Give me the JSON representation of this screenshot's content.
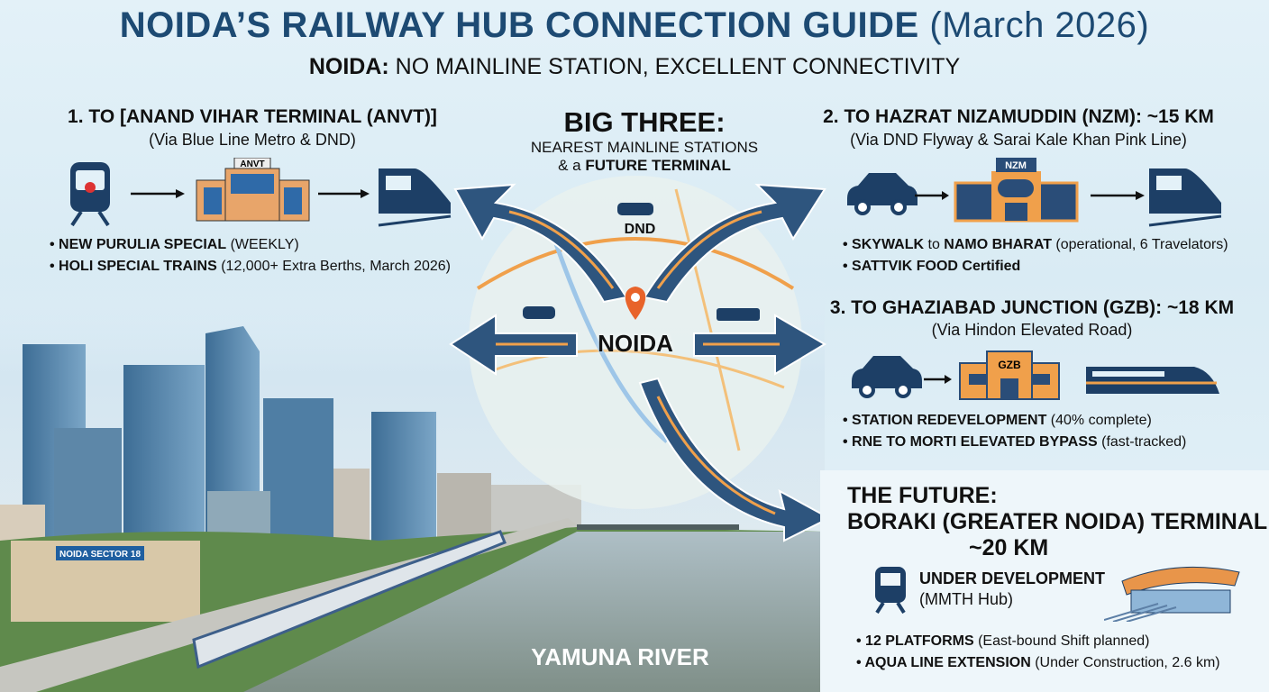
{
  "header": {
    "title_bold": "NOIDA’S RAILWAY HUB CONNECTION GUIDE",
    "title_light": "(March 2026)",
    "subtitle_bold": "NOIDA:",
    "subtitle_rest": "NO MAINLINE STATION, EXCELLENT CONNECTIVITY"
  },
  "center": {
    "title": "BIG THREE:",
    "line1": "NEAREST MAINLINE STATIONS",
    "line2_pre": "& a",
    "line2_bold": "FUTURE TERMINAL",
    "hub": "NOIDA",
    "road_label": "DND"
  },
  "section1": {
    "heading": "1. TO [ANAND VIHAR TERMINAL (ANVT)]",
    "via": "(Via Blue Line Metro & DND)",
    "station_sign": "ANVT",
    "bullets": [
      {
        "bold": "NEW PURULIA SPECIAL",
        "rest": " (WEEKLY)"
      },
      {
        "bold": "HOLI SPECIAL TRAINS",
        "rest": " (12,000+ Extra Berths, March 2026)"
      }
    ]
  },
  "section2": {
    "heading": "2. TO HAZRAT NIZAMUDDIN (NZM): ~15 KM",
    "via": "(Via DND Flyway & Sarai Kale Khan Pink Line)",
    "station_sign": "NZM",
    "bullets": [
      {
        "bold": "SKYWALK",
        "mid": " to ",
        "bold2": "NAMO BHARAT",
        "rest": " (operational, 6 Travelators)"
      },
      {
        "bold": "SATTVIK FOOD Certified",
        "rest": ""
      }
    ]
  },
  "section3": {
    "heading": "3. TO GHAZIABAD JUNCTION (GZB): ~18 KM",
    "via": "(Via Hindon Elevated Road)",
    "station_sign": "GZB",
    "bullets": [
      {
        "bold": "STATION REDEVELOPMENT",
        "rest": " (40% complete)"
      },
      {
        "bold": "RNE TO MORTI ELEVATED BYPASS",
        "rest": " (fast-tracked)"
      }
    ]
  },
  "future": {
    "title": "THE FUTURE:",
    "name": "BORAKI (GREATER NOIDA) TERMINAL",
    "distance": "~20 KM",
    "status": "UNDER DEVELOPMENT",
    "status_sub": "(MMTH Hub)",
    "bullets": [
      {
        "bold": "12 PLATFORMS",
        "rest": " (East-bound Shift planned)"
      },
      {
        "bold": "AQUA LINE EXTENSION",
        "rest": " (Under Construction, 2.6 km)"
      }
    ]
  },
  "photo": {
    "sign": "NOIDA SECTOR 18",
    "river": "YAMUNA RIVER"
  },
  "colors": {
    "navy": "#1d3f66",
    "orange": "#f0a04b",
    "title": "#1d4a73"
  }
}
